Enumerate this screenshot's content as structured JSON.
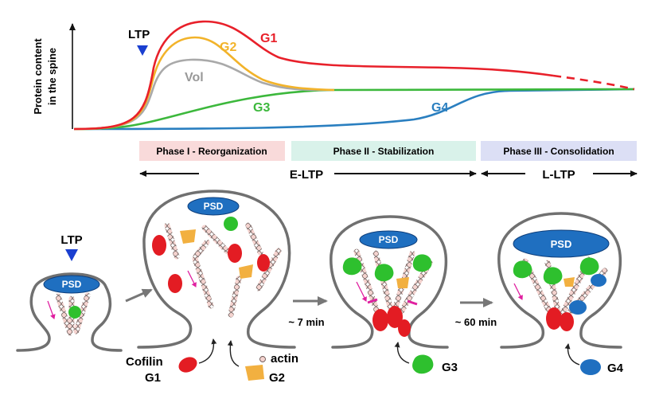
{
  "graph": {
    "y_axis_label_line1": "Protein content",
    "y_axis_label_line2": "in the spine",
    "ltp_label": "LTP",
    "curves": [
      {
        "label": "G1",
        "color": "#e8202a"
      },
      {
        "label": "G2",
        "color": "#f2b32a"
      },
      {
        "label": "Vol",
        "color": "#a9a9a9"
      },
      {
        "label": "G3",
        "color": "#3cb83c"
      },
      {
        "label": "G4",
        "color": "#2a7fc0"
      }
    ]
  },
  "phases": [
    {
      "label": "Phase I - Reorganization",
      "bg": "#f9dada"
    },
    {
      "label": "Phase II - Stabilization",
      "bg": "#d9f2ea"
    },
    {
      "label": "Phase III - Consolidation",
      "bg": "#dcdff5"
    }
  ],
  "epochs": [
    {
      "label": "E-LTP"
    },
    {
      "label": "L-LTP"
    }
  ],
  "spines": {
    "psd_label": "PSD",
    "ltp_label": "LTP",
    "time1": "~ 7 min",
    "time2": "~ 60 min",
    "legend": {
      "cofilin": "Cofilin",
      "g1": "G1",
      "actin": "actin",
      "g2": "G2",
      "g3": "G3",
      "g4": "G4"
    }
  },
  "colors": {
    "psd": "#1f6fc0",
    "cofilin": "#e31c23",
    "g2_protein": "#f2b040",
    "g3_protein": "#2ec02e",
    "g4_protein": "#1f6fc0",
    "actin": "#f4d3cf",
    "membrane": "#707070",
    "arrow_magenta": "#e020a0",
    "ltp_marker": "#1a3fd0"
  }
}
